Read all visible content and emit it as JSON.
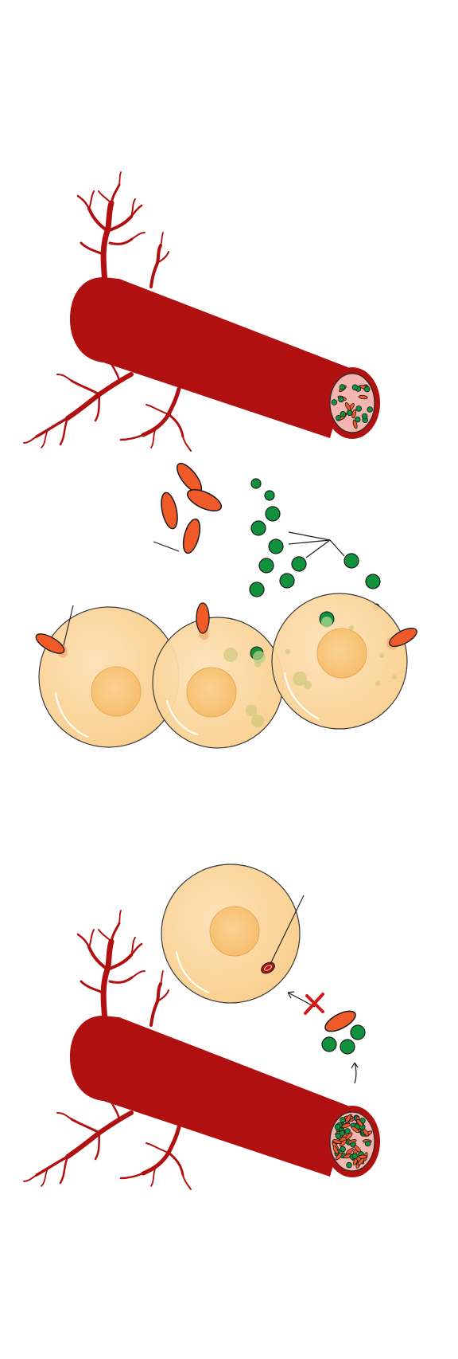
{
  "colors": {
    "background": "#ffffff",
    "vessel": "#b01010",
    "vessel_lumen": "#f4b6b0",
    "cell_fill": "#fcd7a0",
    "cell_stroke": "#3a3a3a",
    "nucleus": "#f8c47a",
    "ellipse_particle": "#ef5a28",
    "round_particle": "#10913c",
    "droplet": "#c9c77a",
    "block_mark": "#d11a1a"
  },
  "panels": [
    {
      "name": "top-panel",
      "shows": [
        "blood-vessel",
        "particles-released",
        "cell-layer"
      ]
    },
    {
      "name": "bottom-panel",
      "shows": [
        "single-cell",
        "blocked-uptake-arrow",
        "particles-released",
        "blood-vessel"
      ]
    }
  ],
  "icons": [
    "block-x-icon",
    "arrow-left-icon",
    "arrow-up-icon"
  ]
}
